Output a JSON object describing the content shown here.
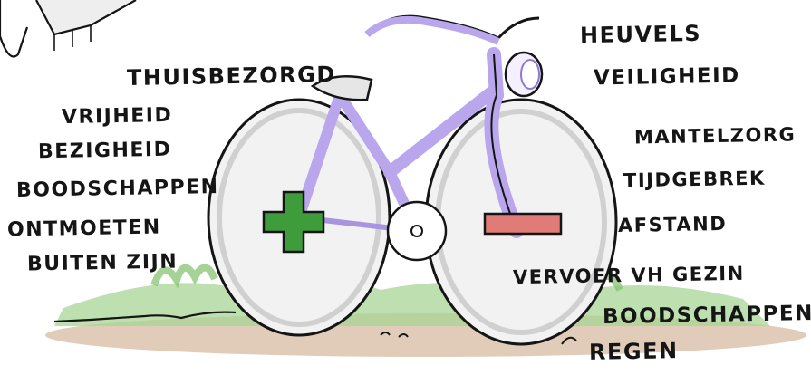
{
  "labels_left": [
    {
      "id": "thuisbezorgd",
      "text": "THUISBEZORGD"
    },
    {
      "id": "vrijheid",
      "text": "VRIJHEID"
    },
    {
      "id": "bezigheid",
      "text": "BEZIGHEID"
    },
    {
      "id": "boodschappen",
      "text": "BOODSCHAPPEN"
    },
    {
      "id": "ontmoeten",
      "text": "ONTMOETEN"
    },
    {
      "id": "buiten-zijn",
      "text": "BUITEN ZIJN"
    }
  ],
  "labels_right": [
    {
      "id": "heuvels",
      "text": "HEUVELS"
    },
    {
      "id": "veiligheid",
      "text": "VEILIGHEID"
    },
    {
      "id": "mantelzorg",
      "text": "MANTELZORG"
    },
    {
      "id": "tijdgebrek",
      "text": "TIJDGEBREK"
    },
    {
      "id": "afstand",
      "text": "AFSTAND"
    },
    {
      "id": "vervoer-vh-gezin",
      "text": "VERVOER VH GEZIN"
    },
    {
      "id": "boodschappen",
      "text": "BOODSCHAPPEN"
    },
    {
      "id": "regen",
      "text": "REGEN"
    }
  ],
  "colors": {
    "frame": "#b9a6ec",
    "frame_shade": "#8f78d6",
    "ink": "#151515",
    "plus": "#3f9c3a",
    "minus": "#e07b77",
    "grass": "#9fcf8a",
    "ground": "#c9a98c"
  }
}
